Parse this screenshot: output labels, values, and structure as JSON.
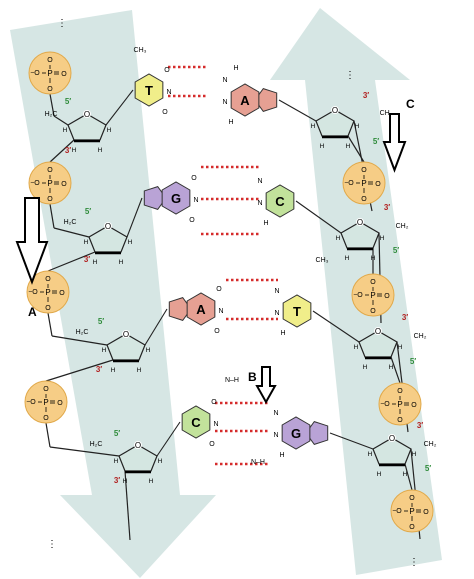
{
  "colors": {
    "ribbon": "#cfe2df",
    "phosphate_fill": "#f6cd86",
    "phosphate_stroke": "#e1a94a",
    "sugar_fill": "#d4e6e1",
    "sugar_stroke": "#222222",
    "base_T": "#f0ee8a",
    "base_A": "#e6a093",
    "base_G": "#b9a3d6",
    "base_C": "#c2e29b",
    "hbond": "#d52b2b",
    "prime_green": "#2e8b3a",
    "prime_red": "#b22222"
  },
  "labels": {
    "A": "A",
    "B": "B",
    "C": "C"
  },
  "atoms": {
    "O": "O",
    "P": "P",
    "N": "N",
    "H": "H",
    "minus": "−",
    "H2C": "H₂C",
    "CH2": "CH₂",
    "CH3": "CH₃",
    "NH": "N–H",
    "H2": "H"
  },
  "primes": {
    "five": "5′",
    "three": "3′"
  },
  "pairs": [
    {
      "left": "T",
      "right": "A"
    },
    {
      "left": "G",
      "right": "C"
    },
    {
      "left": "A",
      "right": "T"
    },
    {
      "left": "C",
      "right": "G"
    }
  ]
}
